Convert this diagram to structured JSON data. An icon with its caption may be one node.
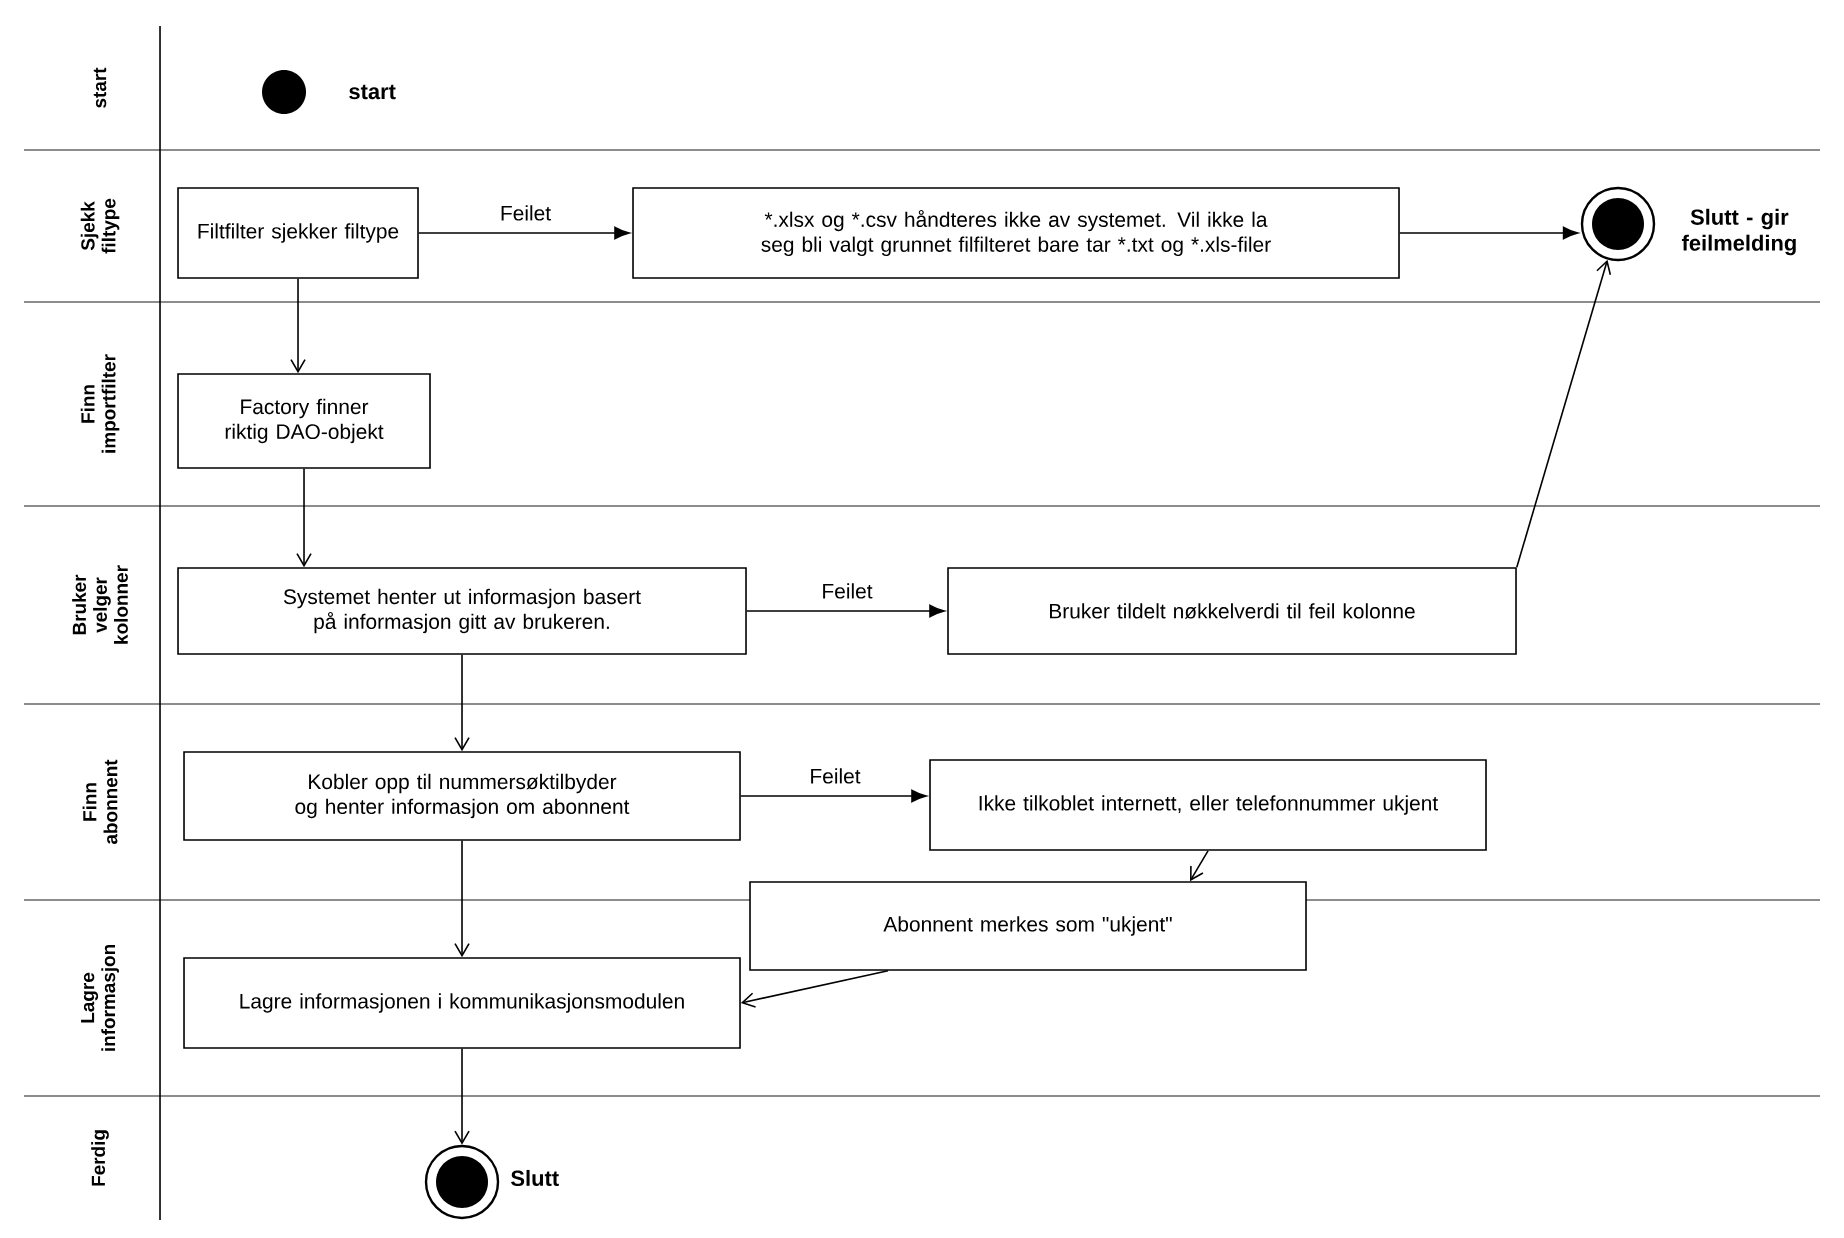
{
  "diagram": {
    "nodes": [
      {
        "text": [],
        "shape": "circle",
        "beside": [
          "start"
        ]
      },
      {
        "text": [
          "Filtfilter sjekker filtype"
        ]
      },
      {
        "text": [
          "*.xlsx og *.csv håndteres ikke av systemet. Vil ikke la seg bli valgt grunnet filfilteret bare tar *.txt og *.xls-filer"
        ]
      },
      {
        "text": [],
        "shape": "circle",
        "beside": [
          "Slutt - gir feilmelding"
        ]
      },
      {
        "text": [
          "Factory finner riktig DAO-objekt"
        ]
      },
      {
        "text": [
          "Systemet henter ut informasjon basert på informasjon gitt av brukeren."
        ]
      },
      {
        "text": [
          "Bruker tildelt nøkkelverdi til feil kolonne"
        ]
      },
      {
        "text": [
          "Kobler opp til nummersøktilbyder og henter informasjon om abonnent"
        ]
      },
      {
        "text": [
          "Ikke tilkoblet internett, eller telefonnummer ukjent"
        ]
      },
      {
        "text": [
          "Abonnent merkes som \"ukjent\""
        ]
      },
      {
        "text": [
          "Lagre informasjonen i kommunikasjonsmodulen"
        ]
      },
      {
        "text": [],
        "shape": "circle",
        "beside": [
          "Slutt"
        ]
      }
    ],
    "edges": [
      {
        "from": 1,
        "to": 2,
        "arrow": "to",
        "label": "Feilet"
      },
      {
        "from": 2,
        "to": 3,
        "arrow": "to"
      },
      {
        "from": 1,
        "to": 4,
        "arrow": "to"
      },
      {
        "from": 4,
        "to": 5,
        "arrow": "to"
      },
      {
        "from": 5,
        "to": 6,
        "arrow": "to",
        "label": "Feilet"
      },
      {
        "from": 6,
        "to": 3,
        "arrow": "to"
      },
      {
        "from": 5,
        "to": 7,
        "arrow": "to"
      },
      {
        "from": 7,
        "to": 8,
        "arrow": "to",
        "label": "Feilet"
      },
      {
        "from": 8,
        "to": 9,
        "arrow": "to"
      },
      {
        "from": 7,
        "to": 10,
        "arrow": "to"
      },
      {
        "from": 9,
        "to": 10,
        "arrow": "to"
      },
      {
        "from": 10,
        "to": 11,
        "arrow": "to"
      }
    ],
    "labels": [
      "start",
      "Sjekk filtype",
      "Finn importfilter",
      "Bruker velger kolonner",
      "Finn abonnent",
      "Lagre informasjon",
      "Ferdig"
    ]
  }
}
